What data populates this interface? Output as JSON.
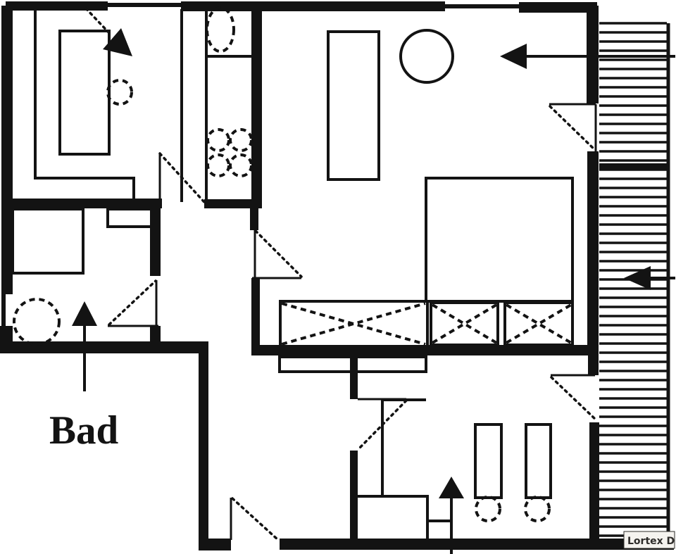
{
  "document": {
    "type": "scanned apartment floor plan",
    "palette": {
      "paper": "#ffffff",
      "ink": "#131313"
    }
  },
  "labels": {
    "bathroom": "Bad",
    "watermark": "Lortex D"
  },
  "plan": {
    "annotated_rooms": [
      "bathroom (Bad)"
    ],
    "fixture_symbols": [
      "kitchen-sink-oval",
      "stove-burners-4",
      "shower-tray",
      "washbasin",
      "toilet-circle",
      "double-bed",
      "wardrobe-x-boxes-3",
      "round-table",
      "shelf-rect",
      "two-chairs-with-stools",
      "bedside-stool",
      "hall-shelf",
      "vestibule-step"
    ],
    "door_swings": [
      "top-left-room-door",
      "living-room-door",
      "bathroom-door",
      "living-balcony-door",
      "lower-hall-door",
      "main-entrance-door",
      "bottom-room-balcony-door"
    ],
    "entry_arrows": [
      "top-left-room-arrow",
      "living-room-arrow-from-right",
      "balcony-arrow-from-right",
      "bathroom-arrow-up",
      "bottom-room-arrow-up"
    ],
    "balcony": {
      "hatch_orientation": "horizontal",
      "position": "right-edge"
    }
  }
}
